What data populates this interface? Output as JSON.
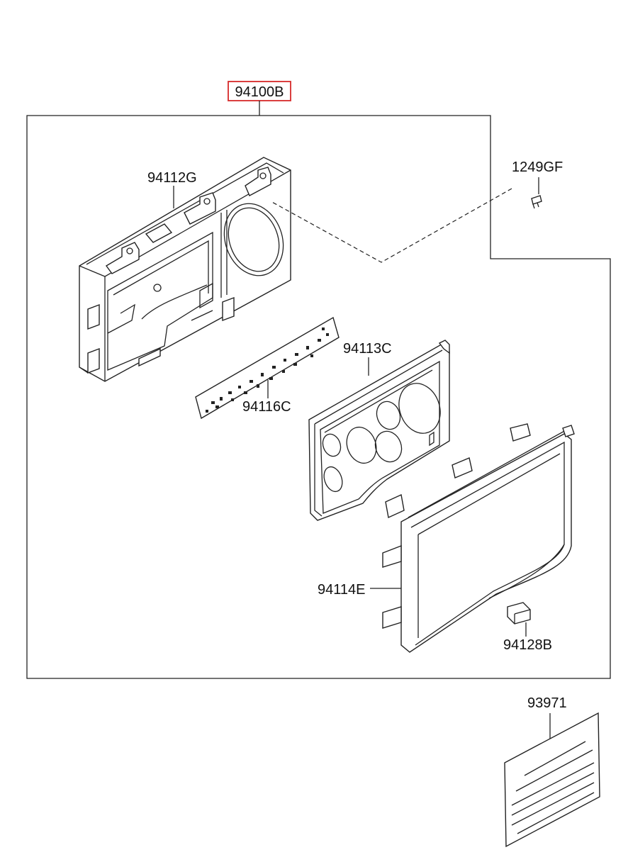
{
  "diagram": {
    "colors": {
      "highlight": "#d62a2a",
      "line": "#222222"
    },
    "labels": {
      "assembly": "94100B",
      "case": "94112G",
      "screw": "1249GF",
      "pcb": "94116C",
      "mask": "94113C",
      "glass": "94114E",
      "clip": "94128B",
      "label_plate": "93971"
    },
    "highlighted_part": "94100B"
  }
}
